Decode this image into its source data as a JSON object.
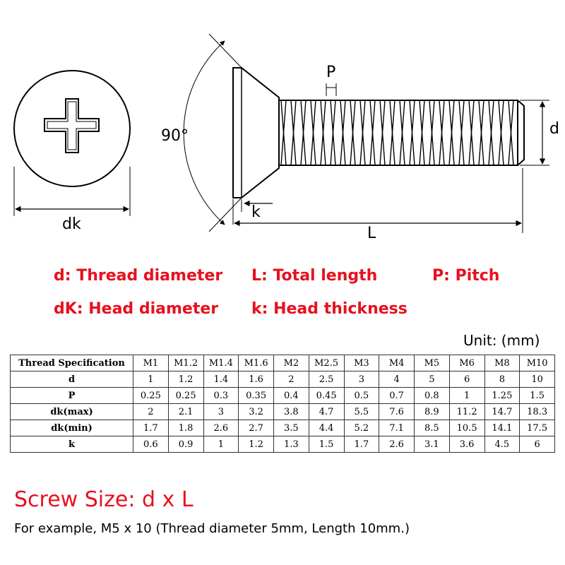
{
  "diagram": {
    "angle_label": "90°",
    "labels": {
      "P": "P",
      "d": "d",
      "k": "k",
      "L": "L",
      "dk": "dk"
    }
  },
  "legend": [
    {
      "id": "d",
      "text": "d: Thread diameter"
    },
    {
      "id": "L",
      "text": "L: Total length"
    },
    {
      "id": "P",
      "text": "P: Pitch"
    },
    {
      "id": "dK",
      "text": "dK: Head diameter"
    },
    {
      "id": "k",
      "text": "k: Head thickness"
    }
  ],
  "unit": "Unit: (mm)",
  "table": {
    "header": [
      "Thread Specification",
      "M1",
      "M1.2",
      "M1.4",
      "M1.6",
      "M2",
      "M2.5",
      "M3",
      "M4",
      "M5",
      "M6",
      "M8",
      "M10"
    ],
    "rows": [
      [
        "d",
        "1",
        "1.2",
        "1.4",
        "1.6",
        "2",
        "2.5",
        "3",
        "4",
        "5",
        "6",
        "8",
        "10"
      ],
      [
        "P",
        "0.25",
        "0.25",
        "0.3",
        "0.35",
        "0.4",
        "0.45",
        "0.5",
        "0.7",
        "0.8",
        "1",
        "1.25",
        "1.5"
      ],
      [
        "dk(max)",
        "2",
        "2.1",
        "3",
        "3.2",
        "3.8",
        "4.7",
        "5.5",
        "7.6",
        "8.9",
        "11.2",
        "14.7",
        "18.3"
      ],
      [
        "dk(min)",
        "1.7",
        "1.8",
        "2.6",
        "2.7",
        "3.5",
        "4.4",
        "5.2",
        "7.1",
        "8.5",
        "10.5",
        "14.1",
        "17.5"
      ],
      [
        "k",
        "0.6",
        "0.9",
        "1",
        "1.2",
        "1.3",
        "1.5",
        "1.7",
        "2.6",
        "3.1",
        "3.6",
        "4.5",
        "6"
      ]
    ]
  },
  "screw_size": "Screw Size: d x L",
  "example": "For example, M5 x 10 (Thread diameter 5mm, Length 10mm.)",
  "colors": {
    "accent": "#e8101e",
    "line": "#000000"
  }
}
